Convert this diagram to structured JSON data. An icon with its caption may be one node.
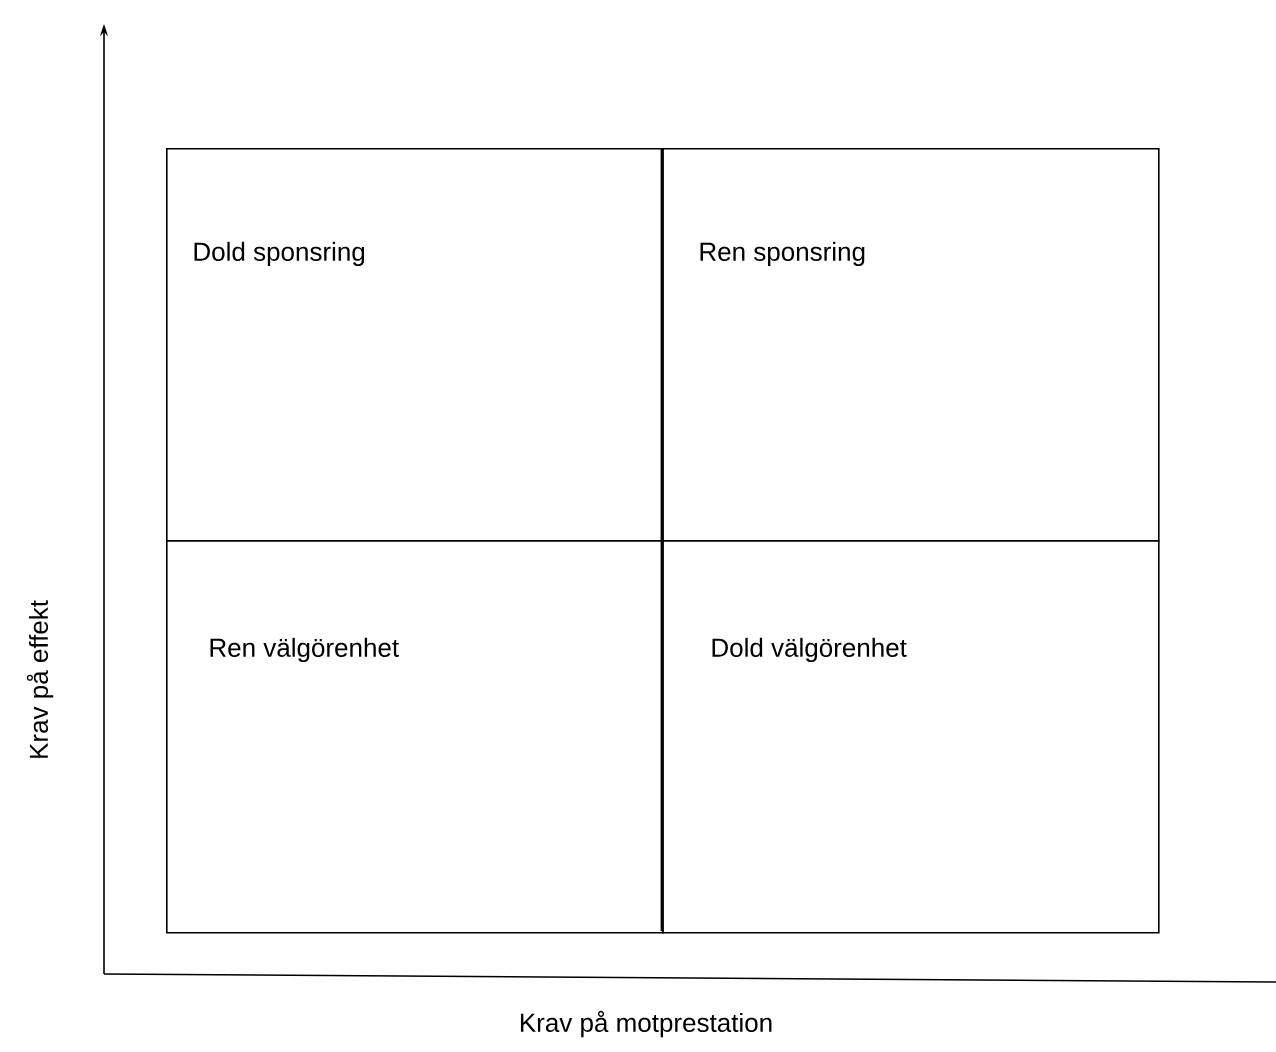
{
  "diagram": {
    "nodes": [
      {
        "text": [
          "Dold sponsring"
        ]
      },
      {
        "text": [
          "Ren sponsring"
        ]
      },
      {
        "text": [
          "Ren välgörenhet"
        ]
      },
      {
        "text": [
          "Dold välgörenhet"
        ]
      }
    ],
    "labels": [
      "Krav på effekt",
      "Krav på motprestation"
    ]
  }
}
